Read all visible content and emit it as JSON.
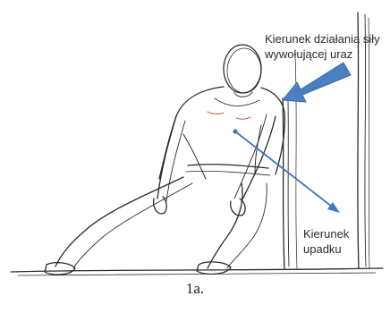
{
  "figure": {
    "force_label": [
      "Kierunek działania siły",
      "wywołującej uraz"
    ],
    "fall_label": [
      "Kierunek",
      "upadku"
    ],
    "caption": "1a."
  },
  "colors": {
    "force_arrow": "#4a7fc1",
    "fall_arrow": "#3f76c6",
    "sketch": "#2a2a2a",
    "accent": "#c0392b"
  },
  "icons": [
    "force-arrow-icon",
    "fall-direction-arrow-icon"
  ]
}
